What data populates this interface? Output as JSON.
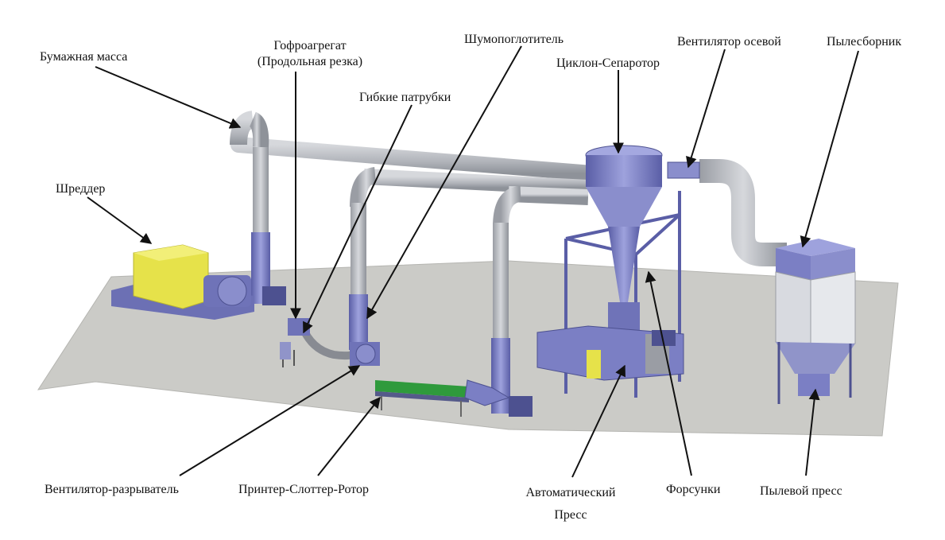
{
  "labels": {
    "paper_pulp": "Бумажная масса",
    "corrugator_line1": "Гофроагрегат",
    "corrugator_line2": "(Продольная резка)",
    "silencer": "Шумопоглотитель",
    "axial_fan": "Вентилятор осевой",
    "dust_collector": "Пылесборник",
    "cyclone": "Циклон-Сепаротор",
    "flexible_pipes": "Гибкие патрубки",
    "shredder": "Шреддер",
    "breaker_fan": "Вентилятор-разрыватель",
    "printer_slotter": "Принтер-Слоттер-Ротор",
    "auto_press_line1": "Автоматический",
    "auto_press_line2": "Пресс",
    "nozzles": "Форсунки",
    "dust_press": "Пылевой пресс"
  },
  "colors": {
    "floor": "#cbcbc7",
    "pipe": "#b9bcc2",
    "pipe_dark": "#8e9299",
    "machine_blue": "#7b7fc4",
    "machine_dark": "#4d5190",
    "shredder_yellow": "#e6e24a",
    "conveyor_green": "#2f9a3c",
    "arrow": "#111111"
  }
}
